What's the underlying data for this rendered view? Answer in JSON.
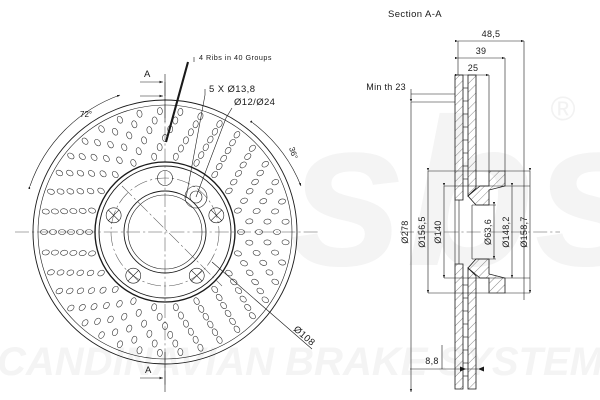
{
  "document": {
    "type": "engineering-drawing",
    "subject": "Ventilated drilled brake disc",
    "section_title": "Section A-A",
    "watermark_text": "SCANDINAVIAN BRAKE SYSTEMS",
    "watermark_logo": "sbs",
    "watermark_mark": "®"
  },
  "front_view": {
    "section_marker_top": "A",
    "section_marker_bottom": "A",
    "annotations": [
      {
        "name": "ribs-note",
        "text": "4 Ribs in 40 Groups"
      },
      {
        "name": "bolt-hole-note",
        "text": "5 X Ø13,8"
      },
      {
        "name": "drill-hole-note",
        "text": "Ø12/Ø24"
      },
      {
        "name": "outer-diameter",
        "text": "Ø108"
      }
    ],
    "angles": [
      {
        "name": "angle-72",
        "text": "72°"
      },
      {
        "name": "angle-36",
        "text": "36°"
      }
    ]
  },
  "section_view": {
    "title": "Section A-A",
    "horizontal_dimensions": [
      {
        "name": "width-overall",
        "text": "48,5"
      },
      {
        "name": "width-mid",
        "text": "39"
      },
      {
        "name": "width-hat",
        "text": "25"
      },
      {
        "name": "width-bottom",
        "text": "8,8"
      }
    ],
    "notes": [
      {
        "name": "min-thickness",
        "text": "Min th 23"
      }
    ],
    "vertical_dimensions": [
      {
        "name": "dia-278",
        "text": "Ø278"
      },
      {
        "name": "dia-156-5",
        "text": "Ø156,5"
      },
      {
        "name": "dia-140",
        "text": "Ø140"
      },
      {
        "name": "dia-63-6",
        "text": "Ø63,6"
      },
      {
        "name": "dia-148-2",
        "text": "Ø148,2"
      },
      {
        "name": "dia-158-7",
        "text": "Ø158,7"
      }
    ]
  },
  "colors": {
    "line": "#1a1a1a",
    "centerline": "#555555",
    "background": "#ffffff",
    "watermark": "#f2f2f2"
  }
}
